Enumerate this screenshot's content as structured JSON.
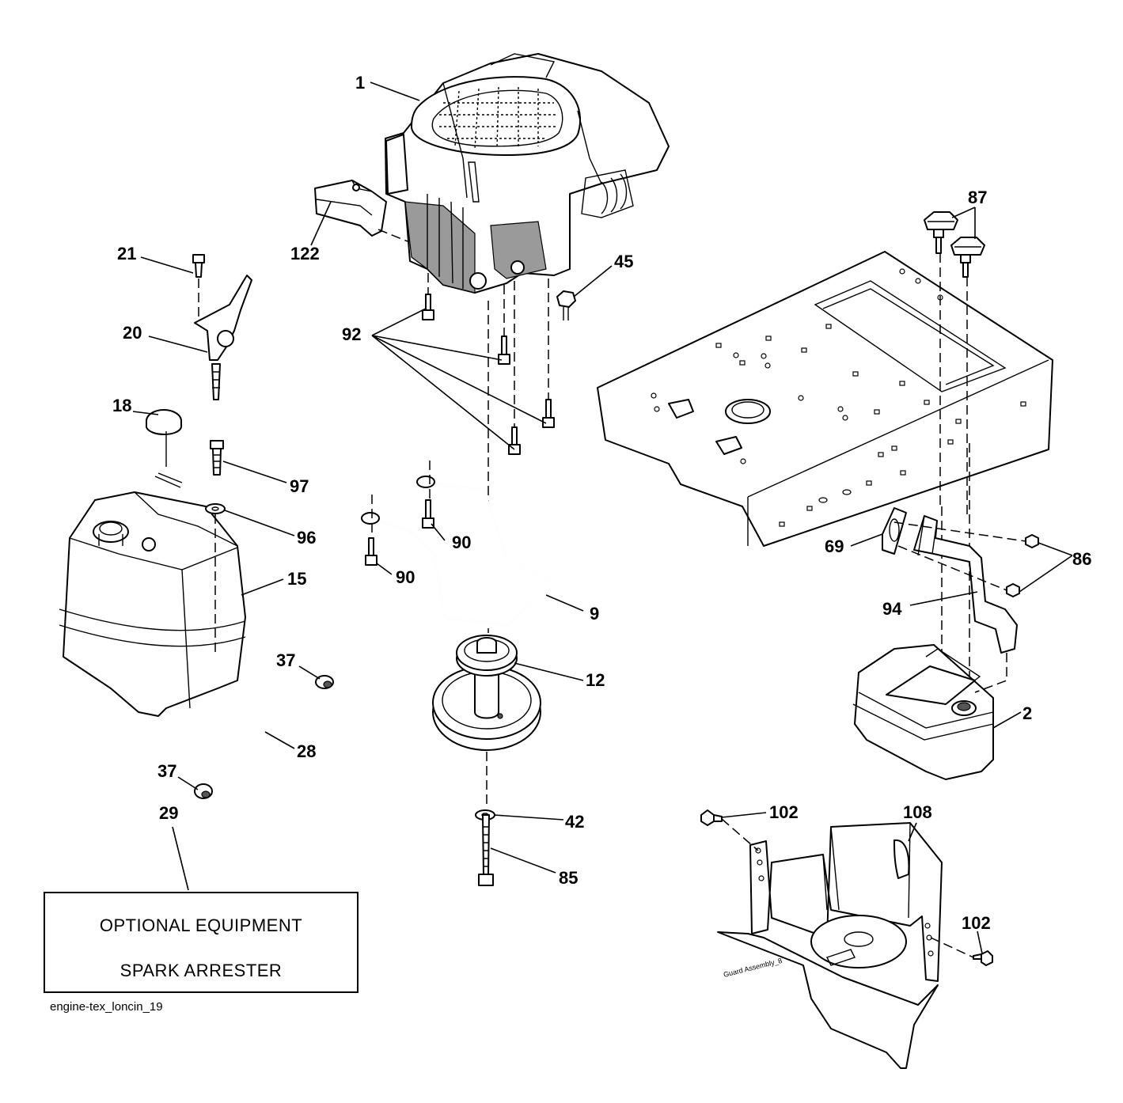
{
  "diagram": {
    "callouts": [
      {
        "id": "c1",
        "label": "1"
      },
      {
        "id": "c122",
        "label": "122"
      },
      {
        "id": "c21",
        "label": "21"
      },
      {
        "id": "c20",
        "label": "20"
      },
      {
        "id": "c45",
        "label": "45"
      },
      {
        "id": "c92",
        "label": "92"
      },
      {
        "id": "c87",
        "label": "87"
      },
      {
        "id": "c18",
        "label": "18"
      },
      {
        "id": "c97",
        "label": "97"
      },
      {
        "id": "c96",
        "label": "96"
      },
      {
        "id": "c90a",
        "label": "90"
      },
      {
        "id": "c90b",
        "label": "90"
      },
      {
        "id": "c15",
        "label": "15"
      },
      {
        "id": "c9",
        "label": "9"
      },
      {
        "id": "c69",
        "label": "69"
      },
      {
        "id": "c86",
        "label": "86"
      },
      {
        "id": "c94",
        "label": "94"
      },
      {
        "id": "c37a",
        "label": "37"
      },
      {
        "id": "c12",
        "label": "12"
      },
      {
        "id": "c2",
        "label": "2"
      },
      {
        "id": "c28",
        "label": "28"
      },
      {
        "id": "c37b",
        "label": "37"
      },
      {
        "id": "c42",
        "label": "42"
      },
      {
        "id": "c29",
        "label": "29"
      },
      {
        "id": "c102a",
        "label": "102"
      },
      {
        "id": "c108",
        "label": "108"
      },
      {
        "id": "c85",
        "label": "85"
      },
      {
        "id": "c102b",
        "label": "102"
      }
    ],
    "guard_stamp": "Guard Assembly_8"
  },
  "note_box": {
    "line1": "OPTIONAL EQUIPMENT",
    "line2": "SPARK ARRESTER"
  },
  "caption": "engine-tex_loncin_19"
}
